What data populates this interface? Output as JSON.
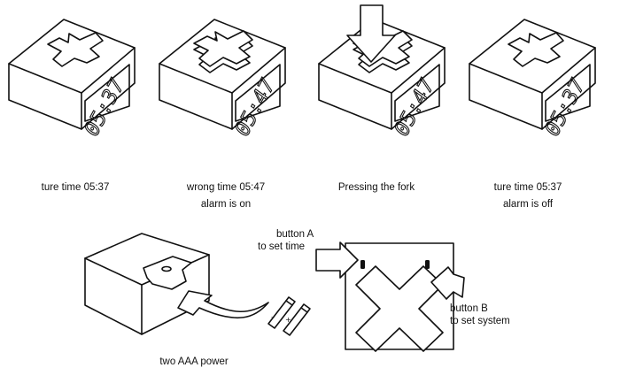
{
  "states": [
    {
      "caption": "ture time 05:37",
      "sub": "",
      "display": "05:37"
    },
    {
      "caption": "wrong time 05:47",
      "sub": "alarm is on",
      "display": "05:47"
    },
    {
      "caption": "Pressing the fork",
      "sub": "",
      "display": "05:47"
    },
    {
      "caption": "ture time 05:37",
      "sub": "alarm is off",
      "display": "05:37"
    }
  ],
  "battery": {
    "caption": "two AAA power"
  },
  "back": {
    "button_a_line1": "button A",
    "button_a_line2": "to set time",
    "button_b_line1": "button B",
    "button_b_line2": "to set system"
  },
  "battery_marks": {
    "plus": "+",
    "minus": "–"
  }
}
